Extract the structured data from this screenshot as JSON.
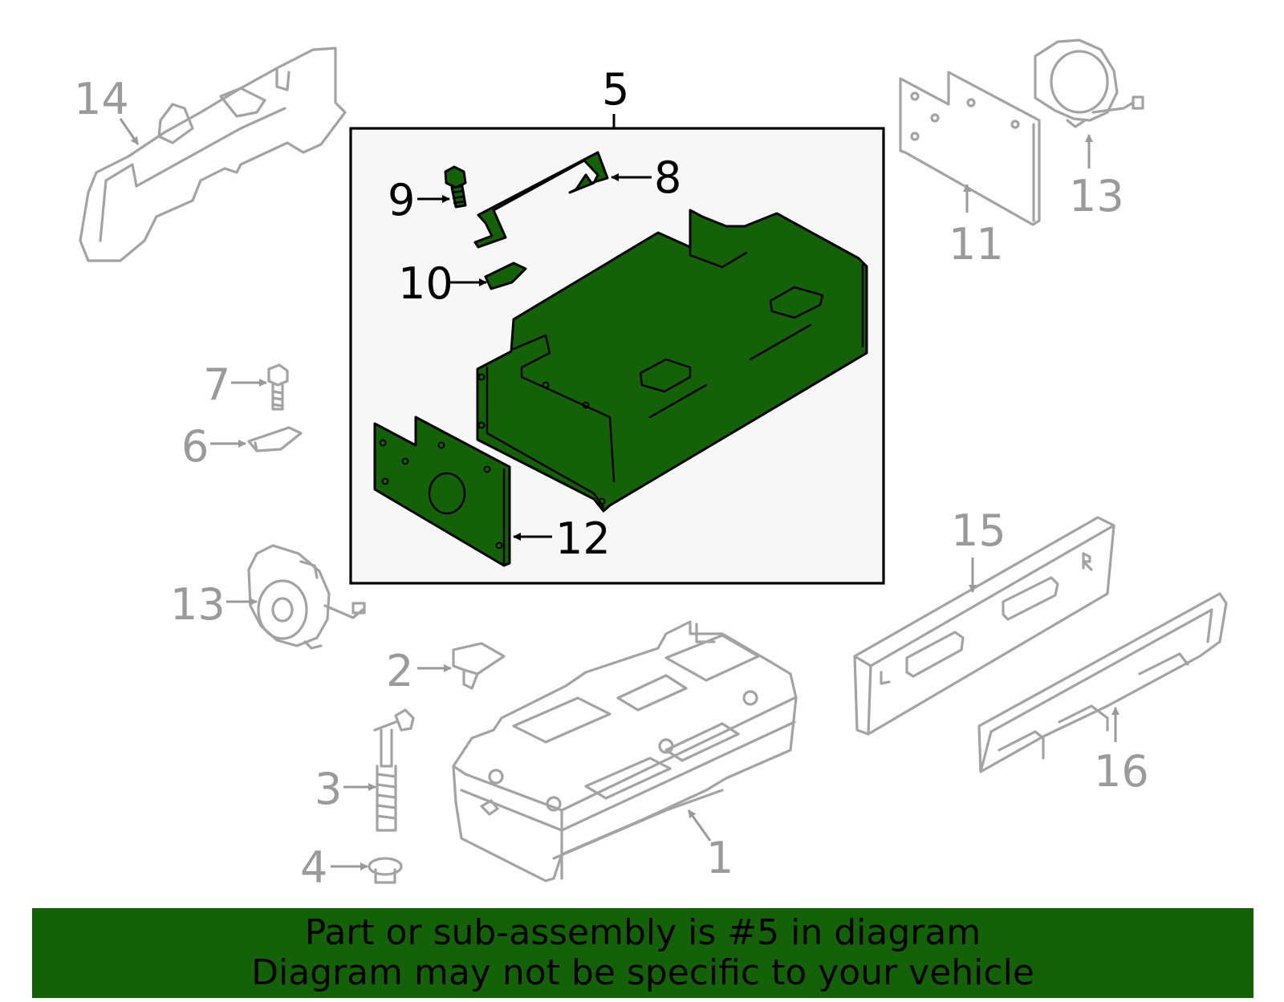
{
  "callouts": {
    "c1": "1",
    "c2": "2",
    "c3": "3",
    "c4": "4",
    "c5": "5",
    "c6": "6",
    "c7": "7",
    "c8": "8",
    "c9": "9",
    "c10": "10",
    "c11": "11",
    "c12": "12",
    "c13a": "13",
    "c13b": "13",
    "c14": "14",
    "c15": "15",
    "c16": "16"
  },
  "banner": {
    "line1": "Part or sub-assembly is #5 in diagram",
    "line2": "Diagram may not be specific to your vehicle"
  },
  "colors": {
    "highlight": "#136207",
    "ghost_lines": "#a3a3a3",
    "box_background": "#f7f7f7"
  }
}
